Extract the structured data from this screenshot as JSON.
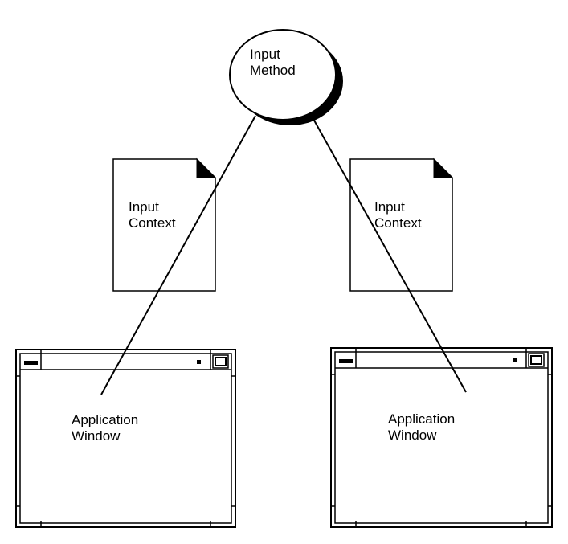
{
  "input_method": {
    "line1": "Input",
    "line2": "Method"
  },
  "input_context_left": {
    "line1": "Input",
    "line2": "Context"
  },
  "input_context_right": {
    "line1": "Input",
    "line2": "Context"
  },
  "app_window_left": {
    "line1": "Application",
    "line2": "Window"
  },
  "app_window_right": {
    "line1": "Application",
    "line2": "Window"
  },
  "colors": {
    "stroke": "#000000",
    "fill": "#ffffff",
    "shadow": "#000000"
  }
}
